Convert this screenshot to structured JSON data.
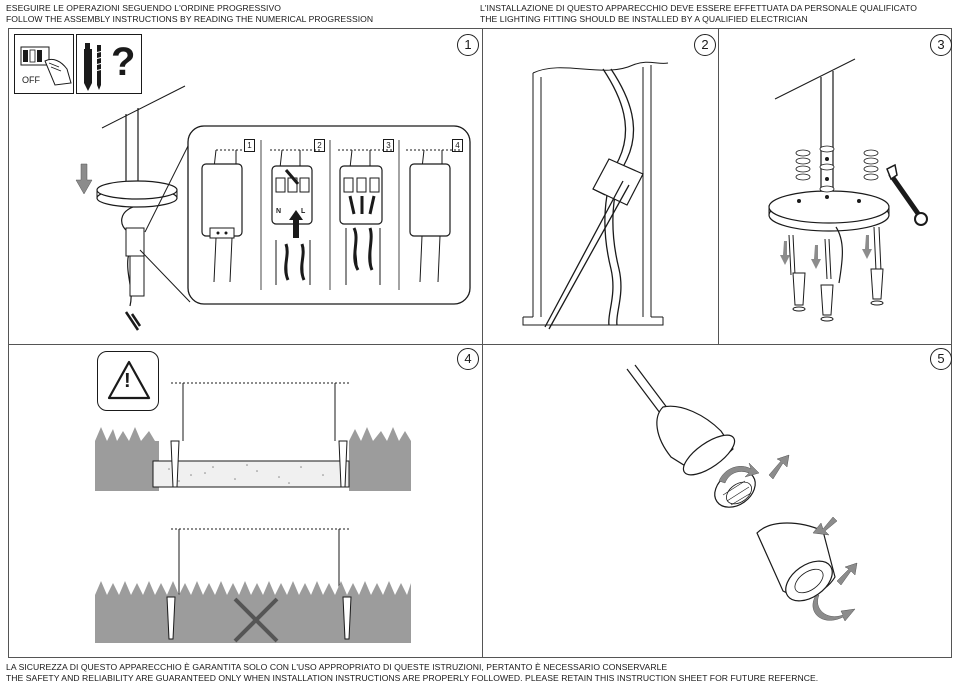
{
  "header": {
    "left_line1": "ESEGUIRE LE OPERAZIONI SEGUENDO L'ORDINE PROGRESSIVO",
    "left_line2": "FOLLOW THE ASSEMBLY INSTRUCTIONS BY READING THE NUMERICAL PROGRESSION",
    "right_line1": "L'INSTALLAZIONE DI QUESTO APPARECCHIO DEVE ESSERE EFFETTUATA DA PERSONALE QUALIFICATO",
    "right_line2": "THE LIGHTING FITTING SHOULD BE INSTALLED BY A QUALIFIED ELECTRICIAN"
  },
  "footer": {
    "line1": "LA SICUREZZA DI QUESTO APPARECCHIO È GARANTITA SOLO CON L'USO APPROPRIATO DI QUESTE ISTRUZIONI, PERTANTO È NECESSARIO CONSERVARLE",
    "line2": "THE SAFETY AND RELIABILITY ARE GUARANTEED ONLY WHEN INSTALLATION INSTRUCTIONS ARE PROPERLY FOLLOWED. PLEASE RETAIN THIS INSTRUCTION SHEET FOR FUTURE REFERNCE."
  },
  "steps": {
    "step1": "1",
    "step2": "2",
    "step3": "3",
    "step4": "4",
    "step5": "5"
  },
  "step1_details": {
    "power_switch_label": "OFF",
    "tools_symbol": "?",
    "substeps": [
      "1",
      "2",
      "3",
      "4"
    ],
    "terminal_neutral": "N",
    "terminal_live": "L"
  },
  "step4_details": {
    "warning_symbol": "!"
  },
  "icons": [
    "switch-off-icon",
    "tools-question-icon",
    "warning-icon",
    "wrench-icon",
    "rotate-arrow-icon",
    "cross-mark-icon"
  ],
  "colors": {
    "line": "#1a1a1a",
    "frame": "#555555",
    "grass_grey": "#9c9c9c",
    "arrow_grey": "#8c8c8c"
  }
}
